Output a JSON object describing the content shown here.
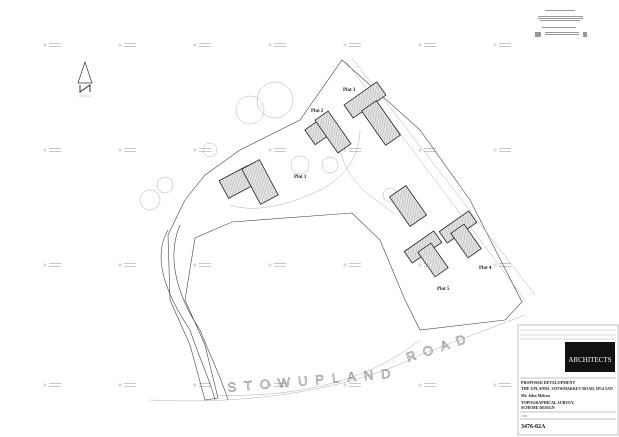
{
  "drawing": {
    "plots": [
      "Plot 1",
      "Plot 2",
      "Plot 3",
      "Plot 4",
      "Plot 5"
    ],
    "road_labels": [
      "STOWUPLAND",
      "ROAD"
    ],
    "north_arrow": "north-arrow-icon"
  },
  "title_block": {
    "practice_logo": "ARCHITECTS",
    "project_title": "PROPOSED DEVELOPMENT",
    "project_address": "THE UPLANDS, STOWMARKET ROAD, IP14 5AN",
    "client": "Mr. John Melton",
    "drawing_title_1": "TOPOGRAPHICAL SURVEY,",
    "drawing_title_2": "SCHEME DESIGN",
    "scale": "1:500",
    "drawing_number": "3476-02A"
  },
  "colors": {
    "line": "#444444",
    "hatch": "#888888",
    "logo_bg": "#111111"
  }
}
